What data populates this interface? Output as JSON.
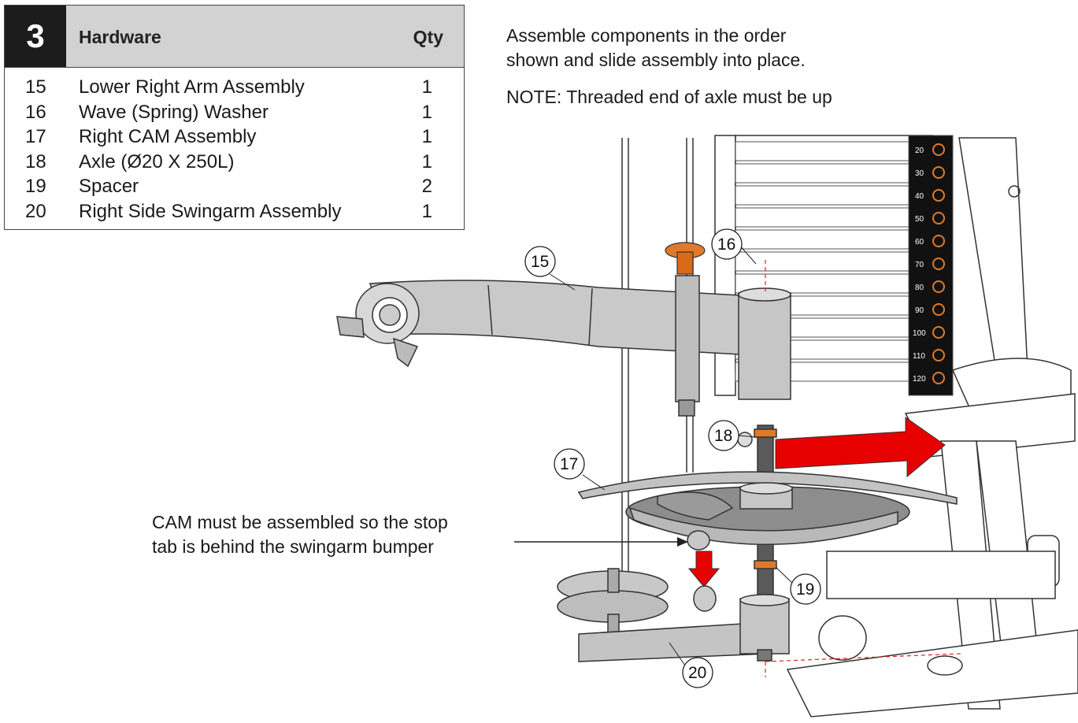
{
  "step": {
    "number": "3",
    "header_title": "Hardware",
    "header_qty": "Qty",
    "parts": [
      {
        "num": "15",
        "name": "Lower Right Arm Assembly",
        "qty": "1"
      },
      {
        "num": "16",
        "name": "Wave (Spring) Washer",
        "qty": "1"
      },
      {
        "num": "17",
        "name": "Right CAM Assembly",
        "qty": "1"
      },
      {
        "num": "18",
        "name": "Axle (Ø20 X 250L)",
        "qty": "1"
      },
      {
        "num": "19",
        "name": "Spacer",
        "qty": "2"
      },
      {
        "num": "20",
        "name": "Right Side Swingarm Assembly",
        "qty": "1"
      }
    ]
  },
  "instructions": {
    "line1": "Assemble components in the order",
    "line2": "shown and slide assembly into place.",
    "note": "NOTE: Threaded end of axle must be up"
  },
  "cam_note": {
    "line1": "CAM must be assembled so the stop",
    "line2": "tab is behind the swingarm bumper"
  },
  "callouts": {
    "c15": "15",
    "c16": "16",
    "c17": "17",
    "c18": "18",
    "c19": "19",
    "c20": "20"
  },
  "weight_labels": [
    "20",
    "30",
    "40",
    "50",
    "60",
    "70",
    "80",
    "90",
    "100",
    "110",
    "120"
  ],
  "colors": {
    "arrow": "#e60000",
    "part_fill": "#c8c8c8",
    "frame": "#ffffff",
    "accent_orange": "#e07a2a"
  }
}
